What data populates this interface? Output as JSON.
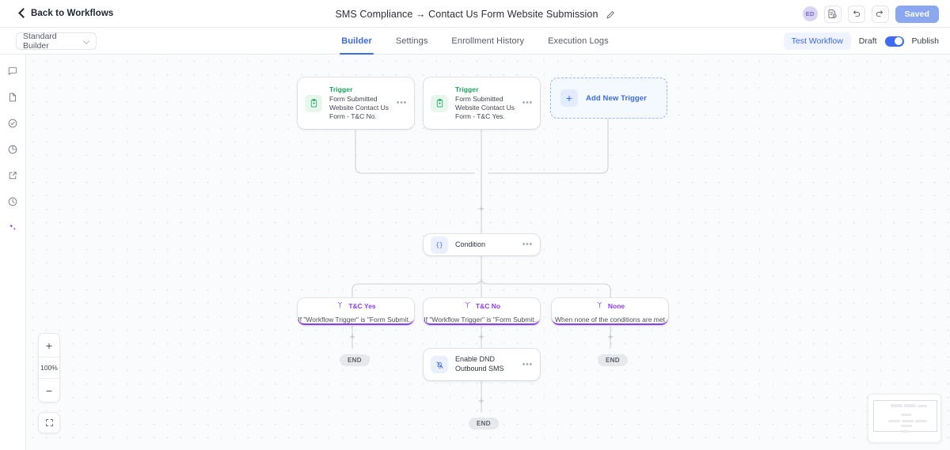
{
  "topbar": {
    "back_label": "Back to Workflows",
    "title": "SMS Compliance → Contact Us Form Website Submission",
    "edit_icon": "pencil-icon",
    "avatar_initials": "ED",
    "version_icon": "document-history-icon",
    "undo_icon": "undo-icon",
    "redo_icon": "redo-icon",
    "save_label": "Saved"
  },
  "subbar": {
    "builder_select_value": "Standard Builder",
    "tabs": [
      {
        "label": "Builder",
        "active": true
      },
      {
        "label": "Settings",
        "active": false
      },
      {
        "label": "Enrollment History",
        "active": false
      },
      {
        "label": "Execution Logs",
        "active": false
      }
    ],
    "test_workflow_label": "Test Workflow",
    "draft_label": "Draft",
    "publish_label": "Publish",
    "toggle_state": "on"
  },
  "rail": {
    "items": [
      {
        "icon": "chat-bubble-icon"
      },
      {
        "icon": "file-icon"
      },
      {
        "icon": "check-circle-icon"
      },
      {
        "icon": "pie-chart-icon"
      },
      {
        "icon": "external-link-icon"
      },
      {
        "icon": "clock-icon"
      },
      {
        "icon": "sparkle-ai-icon"
      }
    ]
  },
  "canvas": {
    "triggers": [
      {
        "kicker": "Trigger",
        "description": "Form Submitted Website Contact Us Form - T&C No.",
        "icon": "clipboard-icon",
        "menu": "•••"
      },
      {
        "kicker": "Trigger",
        "description": "Form Submitted Website Contact Us Form - T&C Yes.",
        "icon": "clipboard-icon",
        "menu": "•••"
      }
    ],
    "add_trigger_label": "Add New Trigger",
    "condition": {
      "title": "Condition",
      "icon": "braces-icon",
      "menu": "•••"
    },
    "branches": [
      {
        "name": "T&C Yes",
        "sub": "If \"Workflow Trigger\" is \"Form Submit...",
        "icon": "branch-icon"
      },
      {
        "name": "T&C No",
        "sub": "If \"Workflow Trigger\" is \"Form Submit...",
        "icon": "branch-icon"
      },
      {
        "name": "None",
        "sub": "When none of the conditions are met",
        "icon": "branch-icon"
      }
    ],
    "action": {
      "title": "Enable DND Outbound SMS",
      "icon": "bell-off-icon",
      "menu": "•••"
    },
    "end_labels": [
      "END",
      "END",
      "END"
    ],
    "plus_marks": [
      "+",
      "+",
      "+",
      "+",
      "+"
    ],
    "zoom": {
      "in_label": "+",
      "value": "100%",
      "out_label": "−",
      "fit_icon": "fit-screen-icon"
    }
  },
  "colors": {
    "accent_blue": "#3b6bf0",
    "trigger_green": "#18a35c",
    "branch_purple": "#8b3ff0",
    "saved_blue": "#8ba7ef"
  }
}
